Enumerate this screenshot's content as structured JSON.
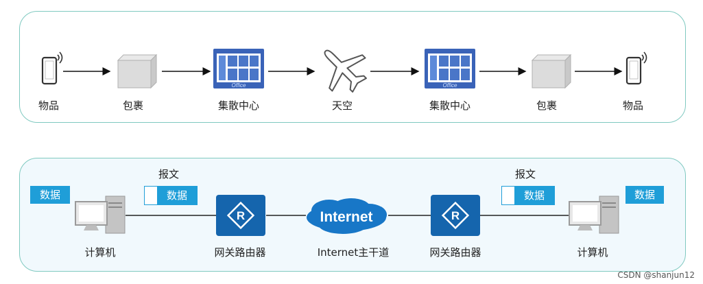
{
  "logistics": {
    "items": [
      {
        "label": "物品",
        "icon": "phone-icon"
      },
      {
        "label": "包裹",
        "icon": "box-icon"
      },
      {
        "label": "集散中心",
        "icon": "office-building-icon",
        "sign": "Office"
      },
      {
        "label": "天空",
        "icon": "airplane-icon"
      },
      {
        "label": "集散中心",
        "icon": "office-building-icon",
        "sign": "Office"
      },
      {
        "label": "包裹",
        "icon": "box-icon"
      },
      {
        "label": "物品",
        "icon": "phone-icon"
      }
    ]
  },
  "network": {
    "left_computer": {
      "label": "计算机",
      "data_tag": "数据"
    },
    "left_message": {
      "title": "报文",
      "data_tag": "数据"
    },
    "left_router": {
      "label": "网关路由器",
      "glyph": "R"
    },
    "internet": {
      "cloud_text": "Internet",
      "label": "Internet主干道"
    },
    "right_router": {
      "label": "网关路由器",
      "glyph": "R"
    },
    "right_message": {
      "title": "报文",
      "data_tag": "数据"
    },
    "right_computer": {
      "label": "计算机",
      "data_tag": "数据"
    }
  },
  "colors": {
    "accent_blue": "#1f9ed8",
    "router_blue": "#1565ad",
    "panel_border": "#7fc9c0"
  },
  "watermark": "CSDN @shanjun12"
}
